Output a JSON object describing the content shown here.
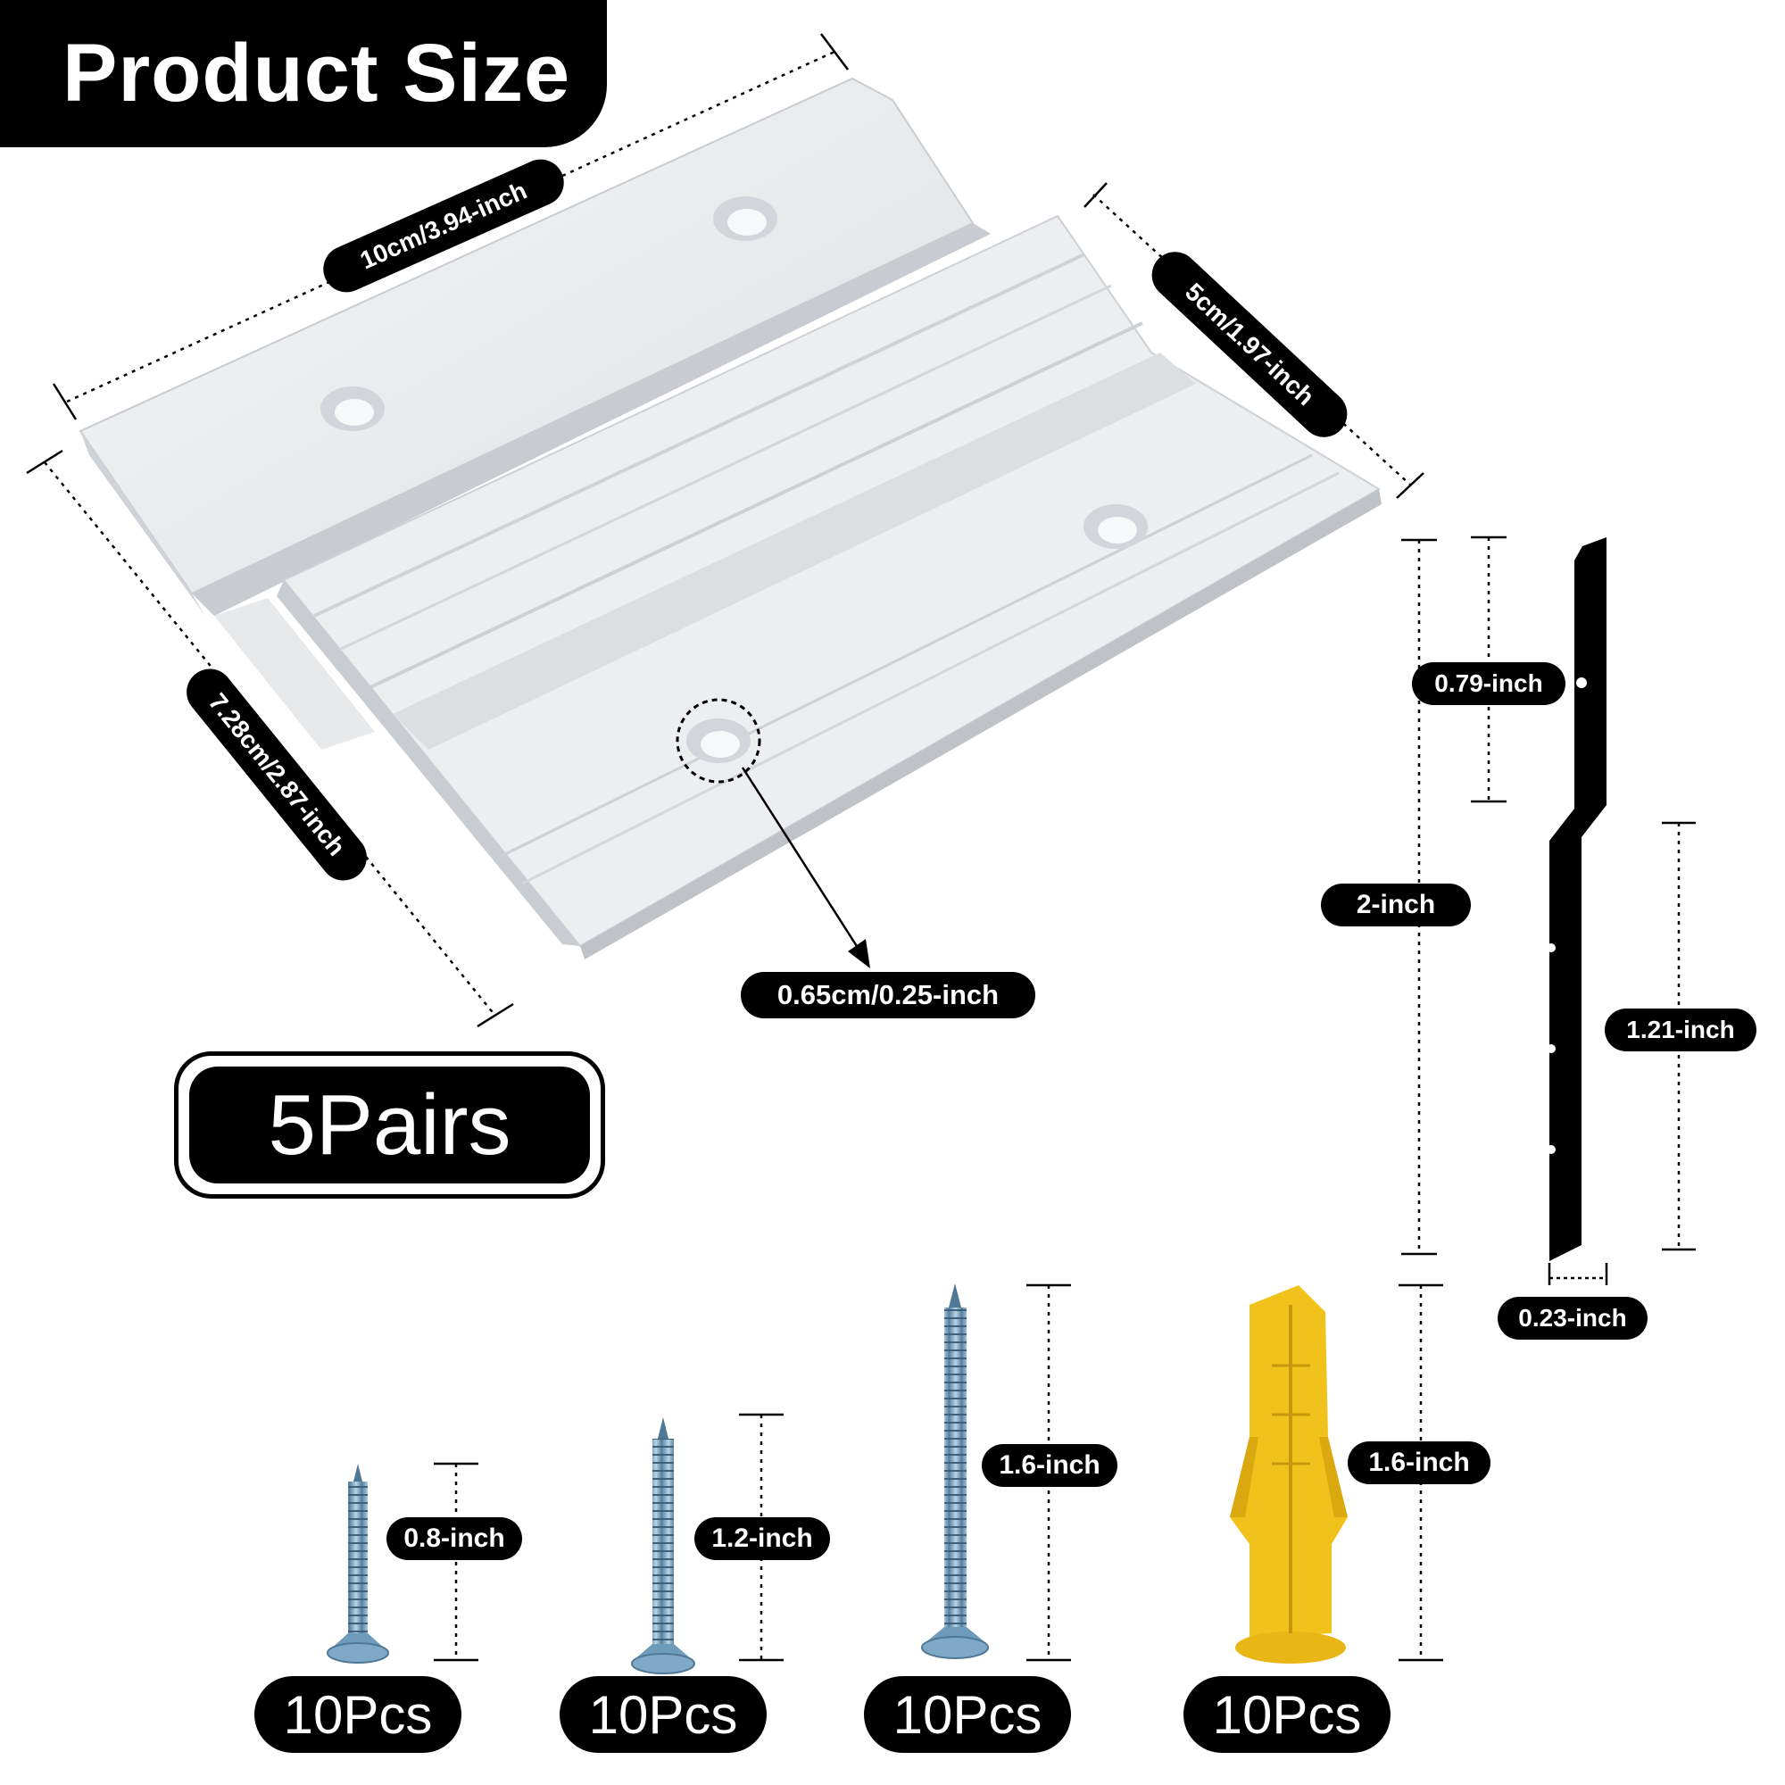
{
  "title": "Product Size",
  "dimensions": {
    "length": "10cm/3.94-inch",
    "width": "5cm/1.97-inch",
    "total_width": "7.28cm/2.87-inch",
    "hole": "0.65cm/0.25-inch",
    "profile_top": "0.79-inch",
    "profile_total": "2-inch",
    "profile_bottom": "1.21-inch",
    "profile_thickness": "0.23-inch"
  },
  "pairs_label": "5Pairs",
  "screws": [
    {
      "size": "0.8-inch",
      "count": "10Pcs"
    },
    {
      "size": "1.2-inch",
      "count": "10Pcs"
    },
    {
      "size": "1.6-inch",
      "count": "10Pcs"
    }
  ],
  "anchor": {
    "size": "1.6-inch",
    "count": "10Pcs",
    "color": "#F2C21C"
  },
  "colors": {
    "metal": "#E8E9EB",
    "screw": "#7FA9C6",
    "label_bg": "#000000"
  }
}
